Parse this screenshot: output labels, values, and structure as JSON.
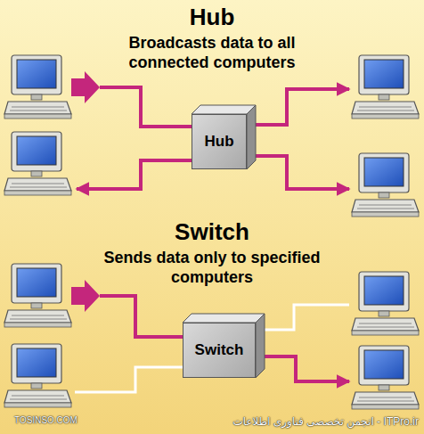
{
  "diagram": {
    "nodes": [
      {
        "text": [
          "Hub"
        ]
      },
      {
        "text": [
          "Switch"
        ]
      }
    ],
    "labels": [
      "Hub",
      "Broadcasts data to all connected computers",
      "Switch",
      "Sends data only to specified computers",
      "TOSINSO.COM",
      "انجمن تخصصی فناوری اطلاعات - ITPro.ir"
    ]
  }
}
